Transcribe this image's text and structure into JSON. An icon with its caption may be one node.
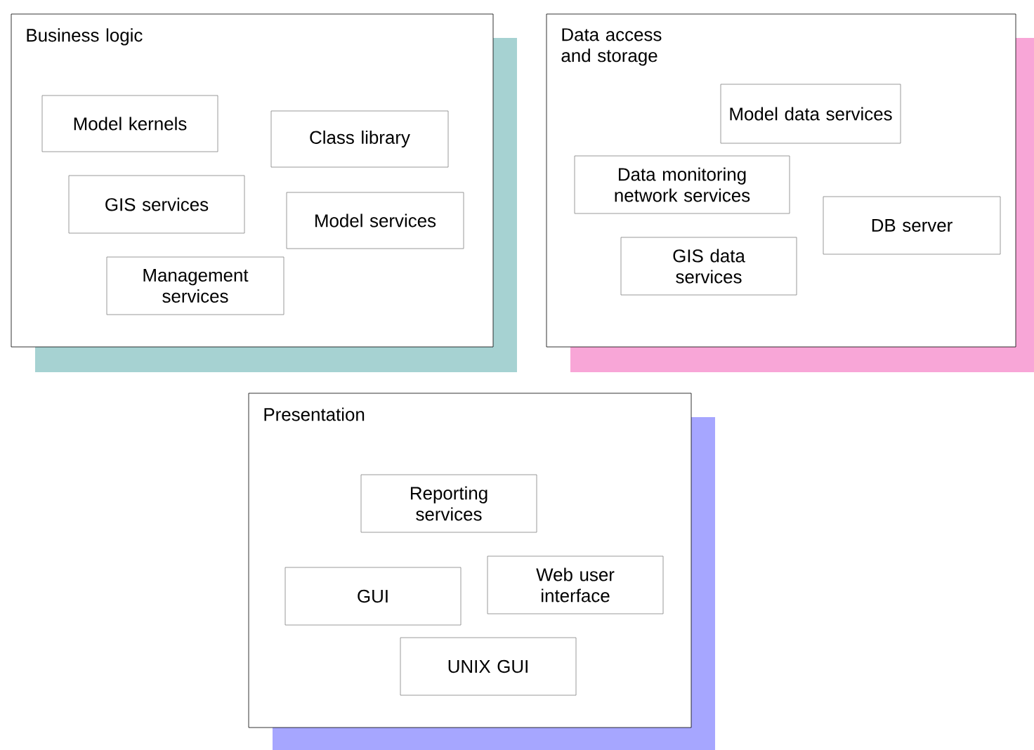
{
  "diagram": {
    "nodes": [
      {
        "text": [
          "Business logic"
        ]
      },
      {
        "text": [
          "Model kernels"
        ],
        "in": 0
      },
      {
        "text": [
          "Class library"
        ],
        "in": 0
      },
      {
        "text": [
          "GIS services"
        ],
        "in": 0
      },
      {
        "text": [
          "Model services"
        ],
        "in": 0
      },
      {
        "text": [
          "Management services"
        ],
        "in": 0
      },
      {
        "text": [
          "Data access and storage"
        ]
      },
      {
        "text": [
          "Model data services"
        ],
        "in": 6
      },
      {
        "text": [
          "Data monitoring network services"
        ],
        "in": 6
      },
      {
        "text": [
          "DB server"
        ],
        "in": 6
      },
      {
        "text": [
          "GIS data services"
        ],
        "in": 6
      },
      {
        "text": [
          "Presentation"
        ]
      },
      {
        "text": [
          "Reporting services"
        ],
        "in": 11
      },
      {
        "text": [
          "GUI"
        ],
        "in": 11
      },
      {
        "text": [
          "Web user interface"
        ],
        "in": 11
      },
      {
        "text": [
          "UNIX GUI"
        ],
        "in": 11
      }
    ]
  }
}
